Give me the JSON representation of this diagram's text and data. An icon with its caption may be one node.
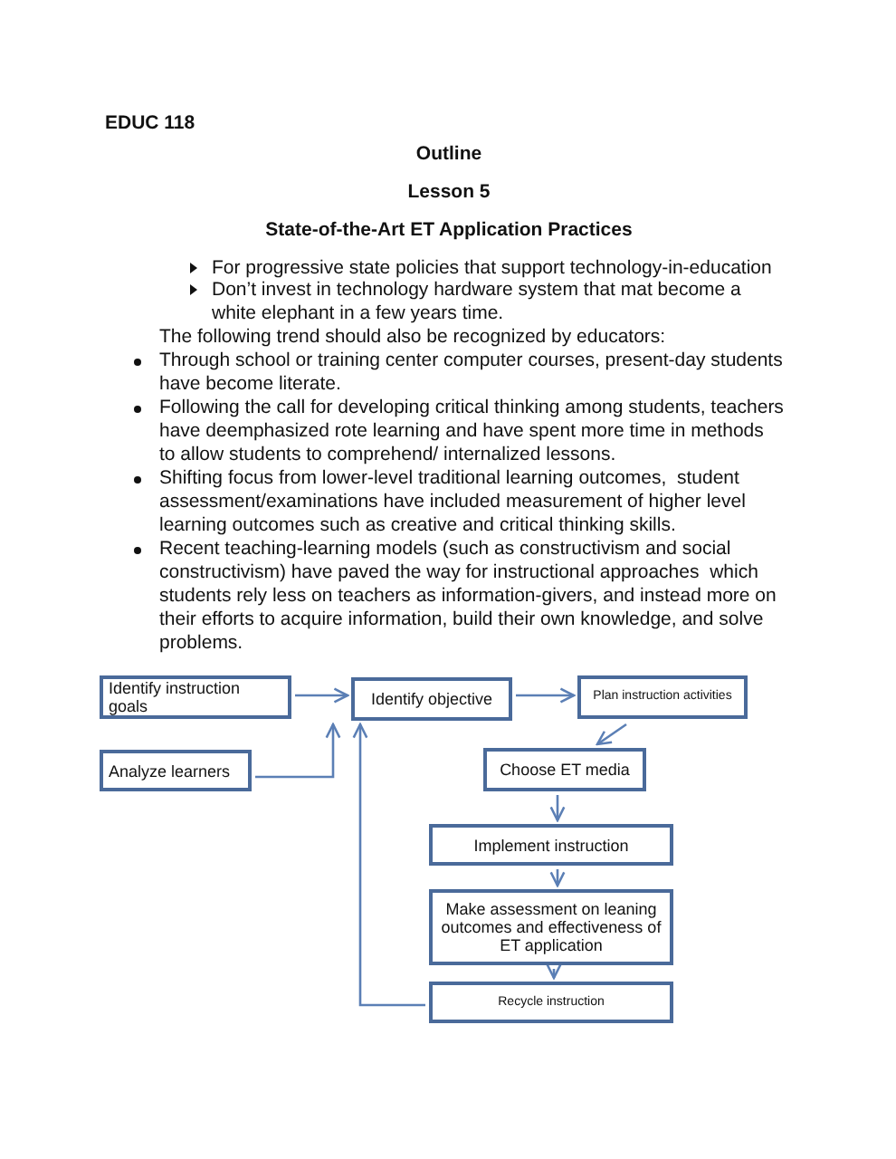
{
  "diagram": {
    "title": "State-of-the-Art ET Application Practices",
    "nodes": [
      {
        "text": [
          "Identify instruction goals"
        ]
      },
      {
        "text": [
          "Identify objective"
        ]
      },
      {
        "text": [
          "Plan instruction activities"
        ]
      },
      {
        "text": [
          "Analyze learners"
        ]
      },
      {
        "text": [
          "Choose ET media"
        ]
      },
      {
        "text": [
          "Implement instruction"
        ]
      },
      {
        "text": [
          "Make assessment on leaning outcomes and effectiveness of ET application"
        ]
      },
      {
        "text": [
          "Recycle instruction"
        ]
      }
    ],
    "edges": [
      {
        "from": 0,
        "to": 1,
        "arrow": "to"
      },
      {
        "from": 1,
        "to": 2,
        "arrow": "to"
      },
      {
        "from": 2,
        "to": 4,
        "arrow": "to"
      },
      {
        "from": 3,
        "to": 1,
        "arrow": "to"
      },
      {
        "from": 4,
        "to": 5,
        "arrow": "to"
      },
      {
        "from": 5,
        "to": 6,
        "arrow": "to"
      },
      {
        "from": 6,
        "to": 7,
        "arrow": "to"
      },
      {
        "from": 7,
        "to": 1,
        "arrow": "to"
      }
    ],
    "labels": [
      "EDUC 118",
      "Outline",
      "Lesson 5",
      "For progressive state policies that support technology-in-education",
      "Don’t invest in technology hardware system that mat become a white elephant in a few years time.",
      "The following trend should also be recognized by educators:",
      "Through school or training center computer courses, present-day students have become literate.",
      "Following the call for developing critical thinking among students, teachers have deemphasized rote learning and have spent more time in methods to allow students to comprehend/ internalized lessons.",
      "Shifting focus from lower-level traditional learning outcomes,  student assessment/examinations have included measurement of higher level learning outcomes such as creative and critical thinking skills.",
      "Recent teaching-learning models (such as constructivism and social constructivism) have paved the way for instructional approaches  which students rely less on teachers as information-givers, and instead more on their efforts to acquire information, build their own knowledge, and solve problems."
    ]
  }
}
